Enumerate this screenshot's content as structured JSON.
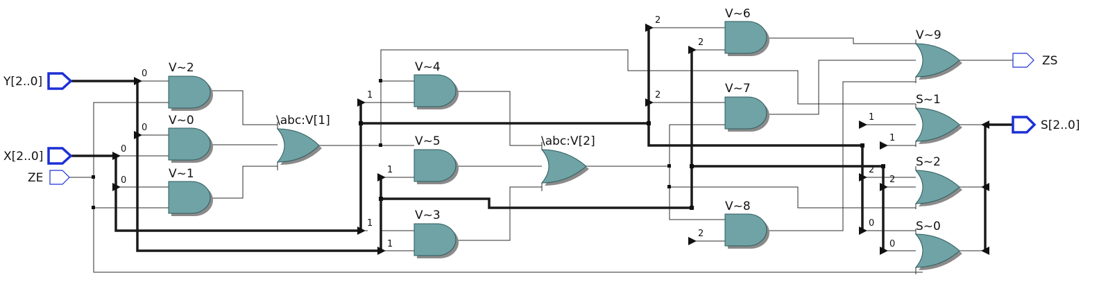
{
  "ports": {
    "Y": "Y[2..0]",
    "X": "X[2..0]",
    "ZE": "ZE",
    "ZS": "ZS",
    "S": "S[2..0]"
  },
  "gates": {
    "v2": "V~2",
    "v0": "V~0",
    "v1": "V~1",
    "abcv1": "\\abc:V[1]",
    "v4": "V~4",
    "v5": "V~5",
    "v3": "V~3",
    "abcv2": "\\abc:V[2]",
    "v6": "V~6",
    "v7": "V~7",
    "v8": "V~8",
    "v9": "V~9",
    "s1": "S~1",
    "s2": "S~2",
    "s0": "S~0"
  },
  "bit_labels": {
    "y_v2": "0",
    "x_v0": "0",
    "x_v1": "0",
    "x_ze": "0",
    "v4_in": "1",
    "v5_in": "1",
    "v3_a": "1",
    "v3_b": "1",
    "v6_a": "2",
    "v6_b": "2",
    "v7_a": "2",
    "v8_b": "2",
    "s1_a": "1",
    "s1_b": "1",
    "s2_a": "2",
    "s2_b": "2",
    "s0_a": "0",
    "s0_b": "0"
  }
}
